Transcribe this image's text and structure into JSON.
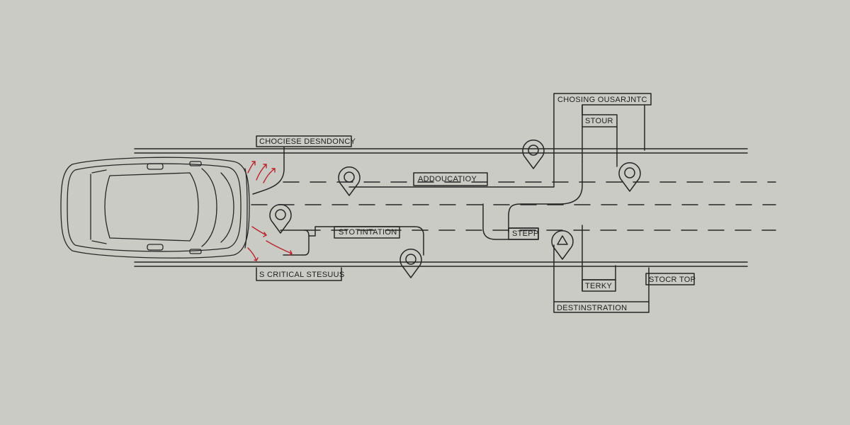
{
  "colors": {
    "background": "#cbcbc6",
    "line": "#262626",
    "arrow": "#b8252c"
  },
  "labels": {
    "chociese": "CHOCIESE DESNDONCY",
    "chosing": "CHOSING OUSARJNTC",
    "stour": "STOUR",
    "addoucatioy": "ADDOUCATIOY",
    "stotintation": "STOTINTATION",
    "stepp": "STEPP",
    "critical": "S CRITICAL STESUUS",
    "terky": "TERKY",
    "stocr": "STOCR TOP",
    "destination": "DESTINSTRATION"
  },
  "icons": [
    "car-icon",
    "map-pin-icon",
    "warning-triangle-icon",
    "red-arrow-icon"
  ]
}
